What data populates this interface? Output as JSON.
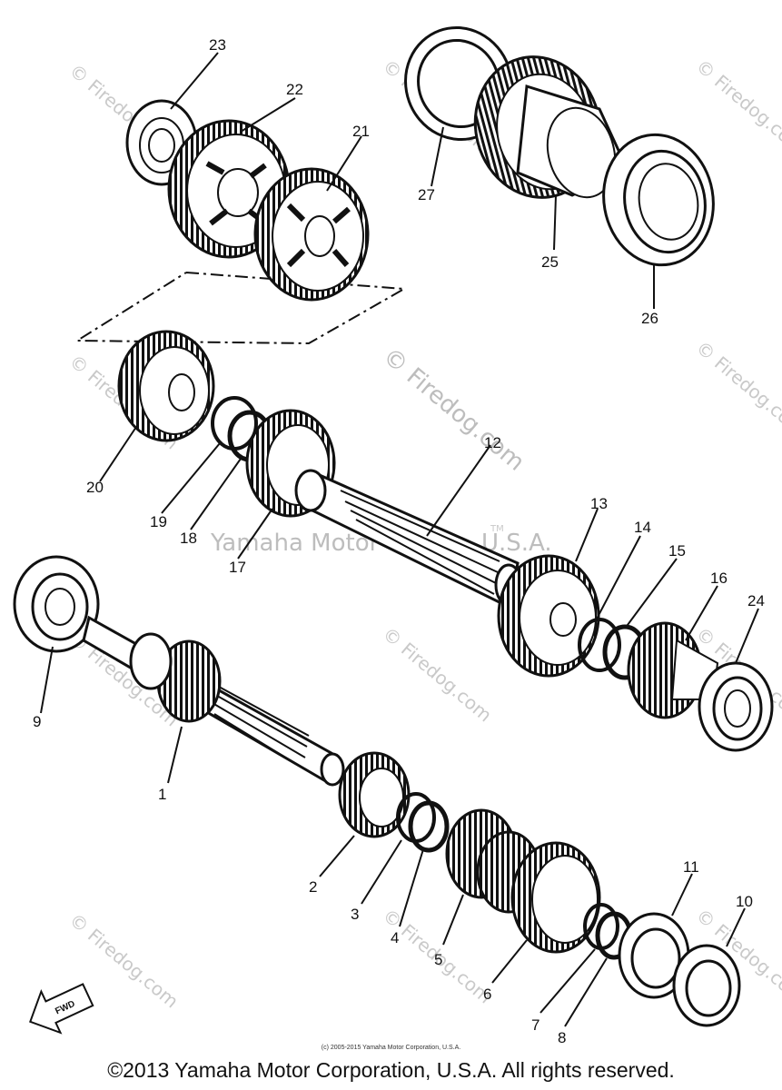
{
  "callouts": [
    "1",
    "2",
    "3",
    "4",
    "5",
    "6",
    "7",
    "8",
    "9",
    "10",
    "11",
    "12",
    "13",
    "14",
    "15",
    "16",
    "17",
    "18",
    "19",
    "20",
    "21",
    "22",
    "23",
    "24",
    "25",
    "26",
    "27"
  ],
  "fwd_label": "FWD",
  "watermarks": {
    "site": "© Firedog.com",
    "company": "Yamaha Motor",
    "usa": "U.S.A.",
    "tm": "TM"
  },
  "small_copyright": "(c) 2005-2015 Yamaha Motor Corporation, U.S.A.",
  "footer": "©2013 Yamaha Motor Corporation, U.S.A. All rights reserved."
}
